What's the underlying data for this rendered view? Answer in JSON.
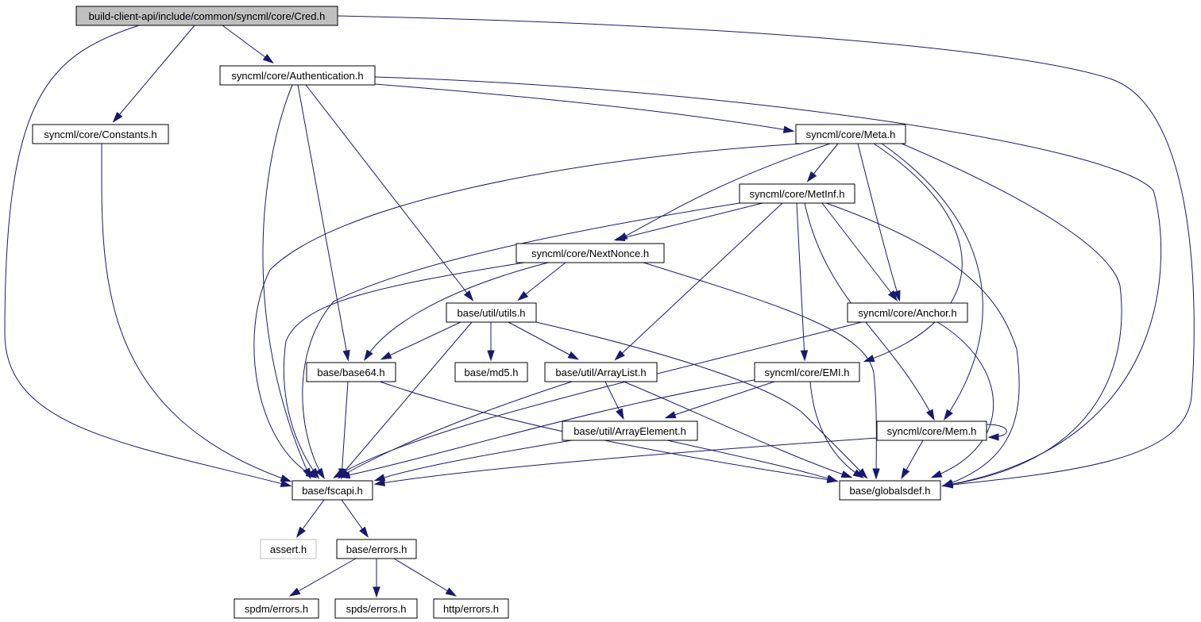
{
  "nodes": [
    {
      "id": "cred",
      "label": "build-client-api/include/common/syncml/core/Cred.h",
      "kind": "root"
    },
    {
      "id": "auth",
      "label": "syncml/core/Authentication.h",
      "kind": "normal"
    },
    {
      "id": "constants",
      "label": "syncml/core/Constants.h",
      "kind": "normal"
    },
    {
      "id": "meta",
      "label": "syncml/core/Meta.h",
      "kind": "normal"
    },
    {
      "id": "metinf",
      "label": "syncml/core/MetInf.h",
      "kind": "normal"
    },
    {
      "id": "nextnonce",
      "label": "syncml/core/NextNonce.h",
      "kind": "normal"
    },
    {
      "id": "utils",
      "label": "base/util/utils.h",
      "kind": "normal"
    },
    {
      "id": "anchor",
      "label": "syncml/core/Anchor.h",
      "kind": "normal"
    },
    {
      "id": "base64",
      "label": "base/base64.h",
      "kind": "normal"
    },
    {
      "id": "md5",
      "label": "base/md5.h",
      "kind": "normal"
    },
    {
      "id": "arraylist",
      "label": "base/util/ArrayList.h",
      "kind": "normal"
    },
    {
      "id": "emi",
      "label": "syncml/core/EMI.h",
      "kind": "normal"
    },
    {
      "id": "arrayelement",
      "label": "base/util/ArrayElement.h",
      "kind": "normal"
    },
    {
      "id": "mem",
      "label": "syncml/core/Mem.h",
      "kind": "normal"
    },
    {
      "id": "fscapi",
      "label": "base/fscapi.h",
      "kind": "normal"
    },
    {
      "id": "globalsdef",
      "label": "base/globalsdef.h",
      "kind": "normal"
    },
    {
      "id": "assert",
      "label": "assert.h",
      "kind": "external"
    },
    {
      "id": "errors",
      "label": "base/errors.h",
      "kind": "normal"
    },
    {
      "id": "spdm",
      "label": "spdm/errors.h",
      "kind": "normal"
    },
    {
      "id": "spds",
      "label": "spds/errors.h",
      "kind": "normal"
    },
    {
      "id": "http",
      "label": "http/errors.h",
      "kind": "normal"
    }
  ],
  "edges": [
    [
      "cred",
      "auth"
    ],
    [
      "cred",
      "constants"
    ],
    [
      "cred",
      "fscapi"
    ],
    [
      "cred",
      "globalsdef"
    ],
    [
      "auth",
      "meta"
    ],
    [
      "auth",
      "utils"
    ],
    [
      "auth",
      "base64"
    ],
    [
      "auth",
      "fscapi"
    ],
    [
      "auth",
      "globalsdef"
    ],
    [
      "constants",
      "fscapi"
    ],
    [
      "meta",
      "metinf"
    ],
    [
      "meta",
      "nextnonce"
    ],
    [
      "meta",
      "anchor"
    ],
    [
      "meta",
      "emi"
    ],
    [
      "meta",
      "mem"
    ],
    [
      "meta",
      "fscapi"
    ],
    [
      "meta",
      "globalsdef"
    ],
    [
      "metinf",
      "nextnonce"
    ],
    [
      "metinf",
      "anchor"
    ],
    [
      "metinf",
      "arraylist"
    ],
    [
      "metinf",
      "emi"
    ],
    [
      "metinf",
      "mem"
    ],
    [
      "metinf",
      "fscapi"
    ],
    [
      "metinf",
      "globalsdef"
    ],
    [
      "nextnonce",
      "utils"
    ],
    [
      "nextnonce",
      "base64"
    ],
    [
      "nextnonce",
      "fscapi"
    ],
    [
      "nextnonce",
      "globalsdef"
    ],
    [
      "utils",
      "base64"
    ],
    [
      "utils",
      "md5"
    ],
    [
      "utils",
      "arraylist"
    ],
    [
      "utils",
      "fscapi"
    ],
    [
      "utils",
      "globalsdef"
    ],
    [
      "anchor",
      "fscapi"
    ],
    [
      "anchor",
      "globalsdef"
    ],
    [
      "base64",
      "fscapi"
    ],
    [
      "base64",
      "globalsdef"
    ],
    [
      "arraylist",
      "arrayelement"
    ],
    [
      "arraylist",
      "fscapi"
    ],
    [
      "arraylist",
      "globalsdef"
    ],
    [
      "emi",
      "arrayelement"
    ],
    [
      "emi",
      "fscapi"
    ],
    [
      "emi",
      "globalsdef"
    ],
    [
      "arrayelement",
      "fscapi"
    ],
    [
      "arrayelement",
      "globalsdef"
    ],
    [
      "mem",
      "mem"
    ],
    [
      "mem",
      "fscapi"
    ],
    [
      "mem",
      "globalsdef"
    ],
    [
      "fscapi",
      "assert"
    ],
    [
      "fscapi",
      "errors"
    ],
    [
      "errors",
      "spdm"
    ],
    [
      "errors",
      "spds"
    ],
    [
      "errors",
      "http"
    ]
  ]
}
